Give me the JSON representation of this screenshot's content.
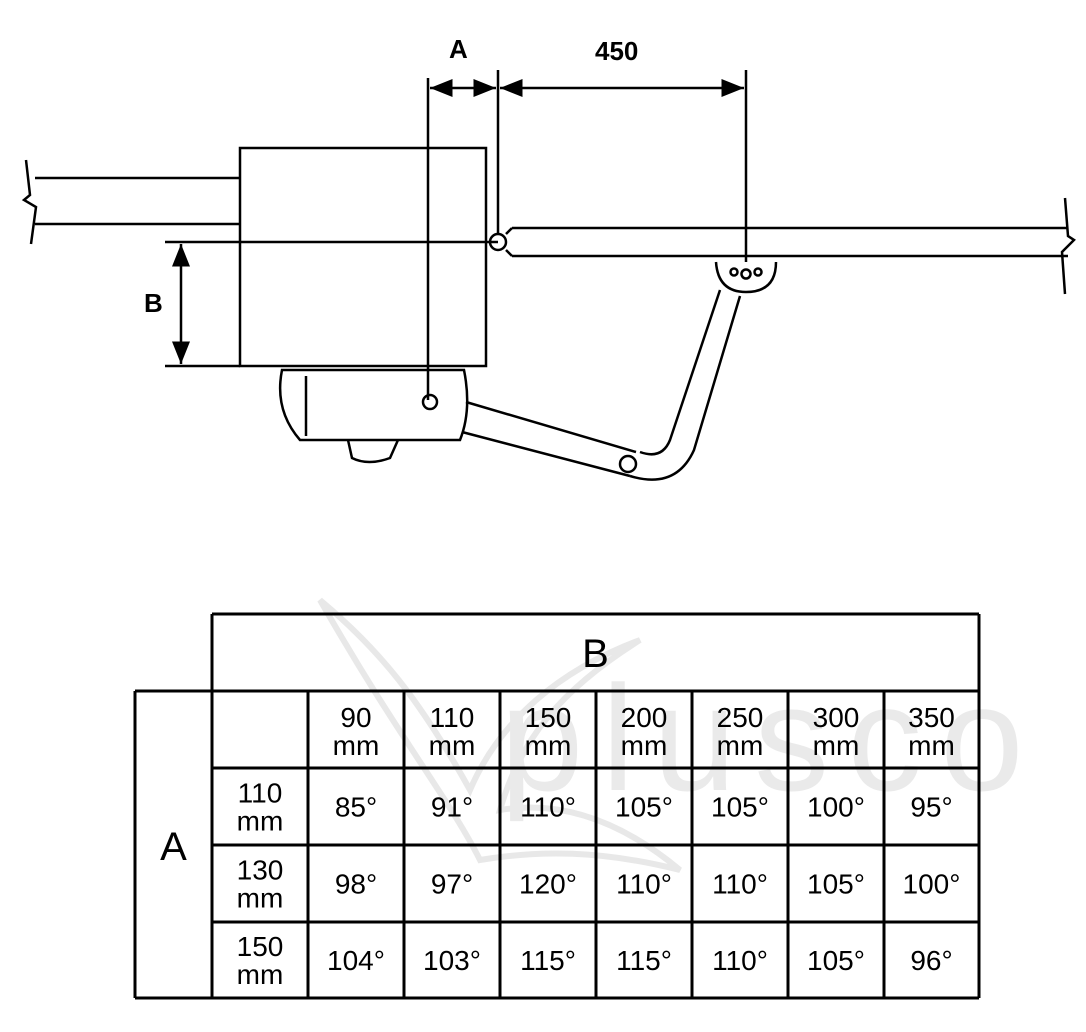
{
  "dimensions": {
    "a_label": "A",
    "span_label": "450",
    "b_label": "B"
  },
  "watermark": "plusco",
  "table": {
    "b_header": "B",
    "a_header": "A",
    "columns": [
      [
        "90",
        "mm"
      ],
      [
        "110",
        "mm"
      ],
      [
        "150",
        "mm"
      ],
      [
        "200",
        "mm"
      ],
      [
        "250",
        "mm"
      ],
      [
        "300",
        "mm"
      ],
      [
        "350",
        "mm"
      ]
    ],
    "rows": [
      {
        "label": [
          "110",
          "mm"
        ],
        "values": [
          "85°",
          "91°",
          "110°",
          "105°",
          "105°",
          "100°",
          "95°"
        ]
      },
      {
        "label": [
          "130",
          "mm"
        ],
        "values": [
          "98°",
          "97°",
          "120°",
          "110°",
          "110°",
          "105°",
          "100°"
        ]
      },
      {
        "label": [
          "150",
          "mm"
        ],
        "values": [
          "104°",
          "103°",
          "115°",
          "115°",
          "110°",
          "105°",
          "96°"
        ]
      }
    ]
  }
}
